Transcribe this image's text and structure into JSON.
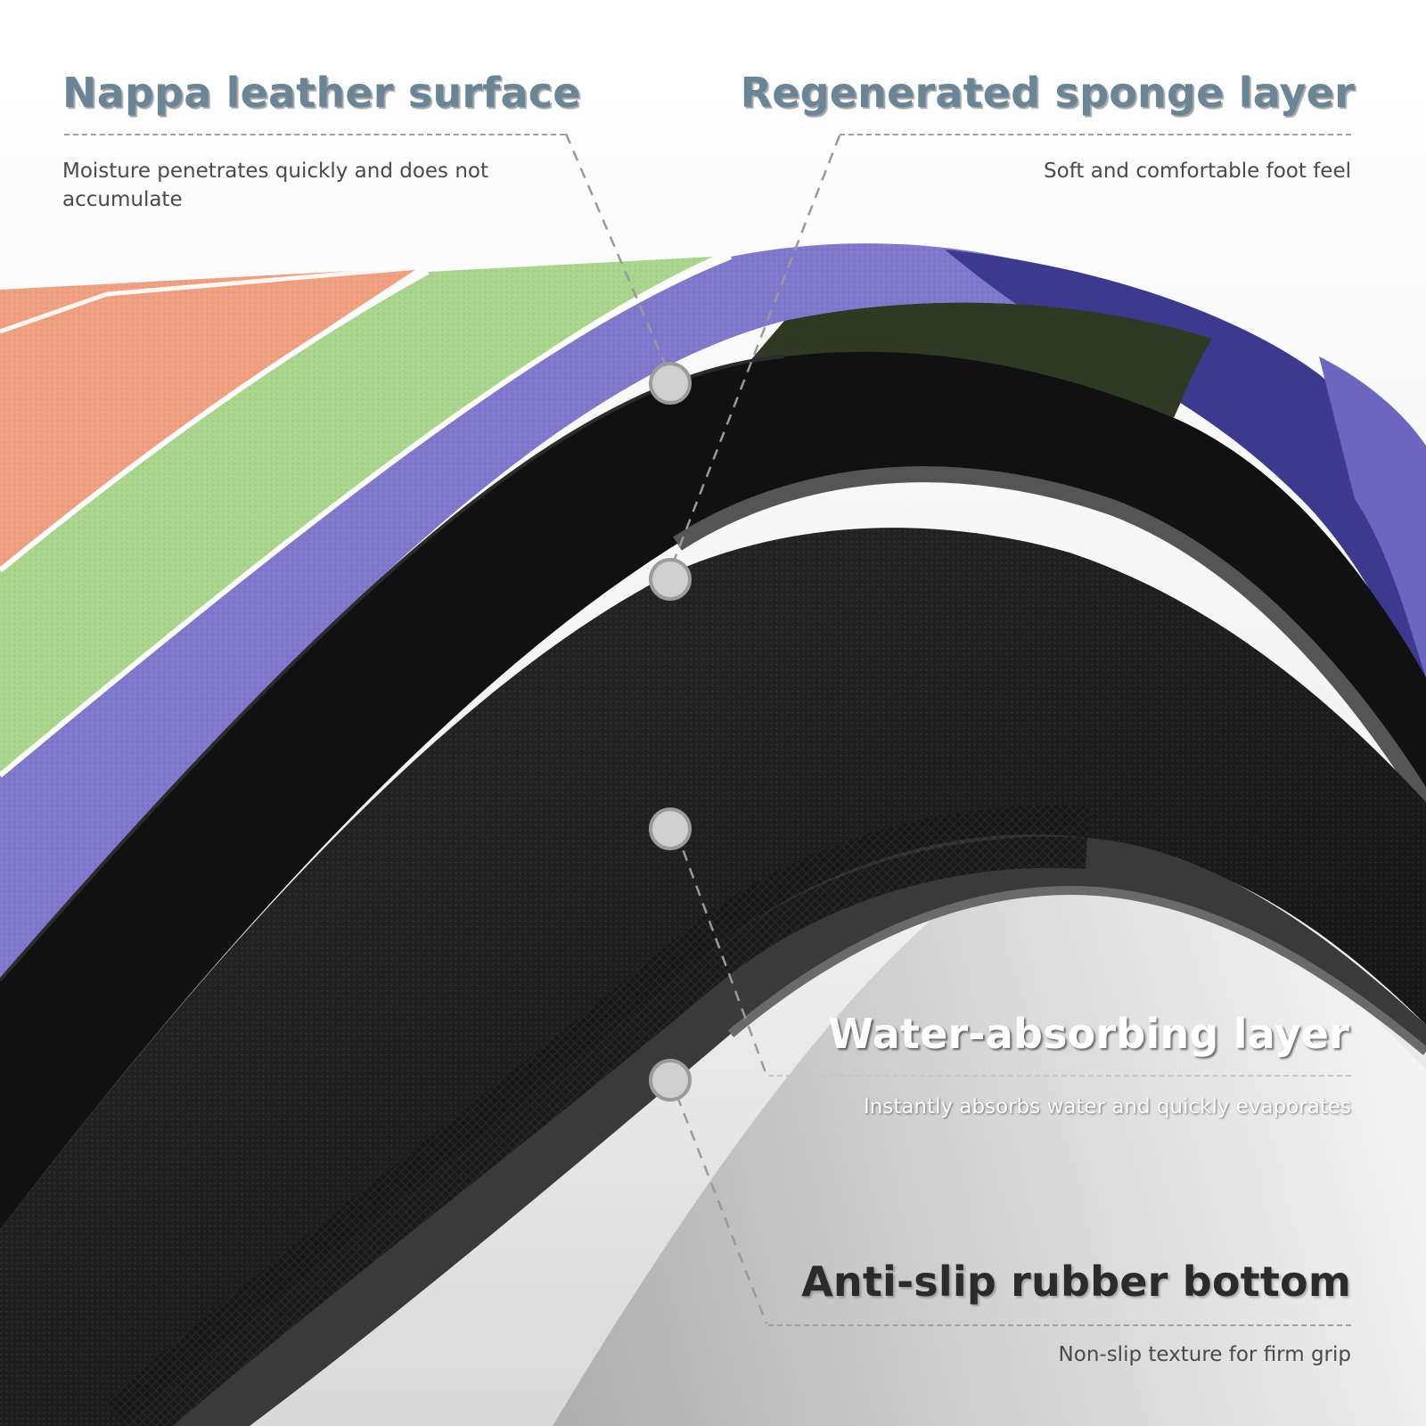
{
  "features": [
    {
      "title": "Nappa leather surface",
      "description": "Moisture penetrates quickly and does not accumulate"
    },
    {
      "title": "Regenerated sponge layer",
      "description": "Soft and comfortable foot feel"
    },
    {
      "title": "Water-absorbing layer",
      "description": "Instantly absorbs water and quickly evaporates"
    },
    {
      "title": "Anti-slip rubber bottom",
      "description": "Non-slip texture for firm grip"
    }
  ],
  "colors": {
    "coral": "#f0a080",
    "green": "#a9d58c",
    "purple": "#7f78cc",
    "navy": "#3b3a8f",
    "heading": "#6a8596"
  }
}
